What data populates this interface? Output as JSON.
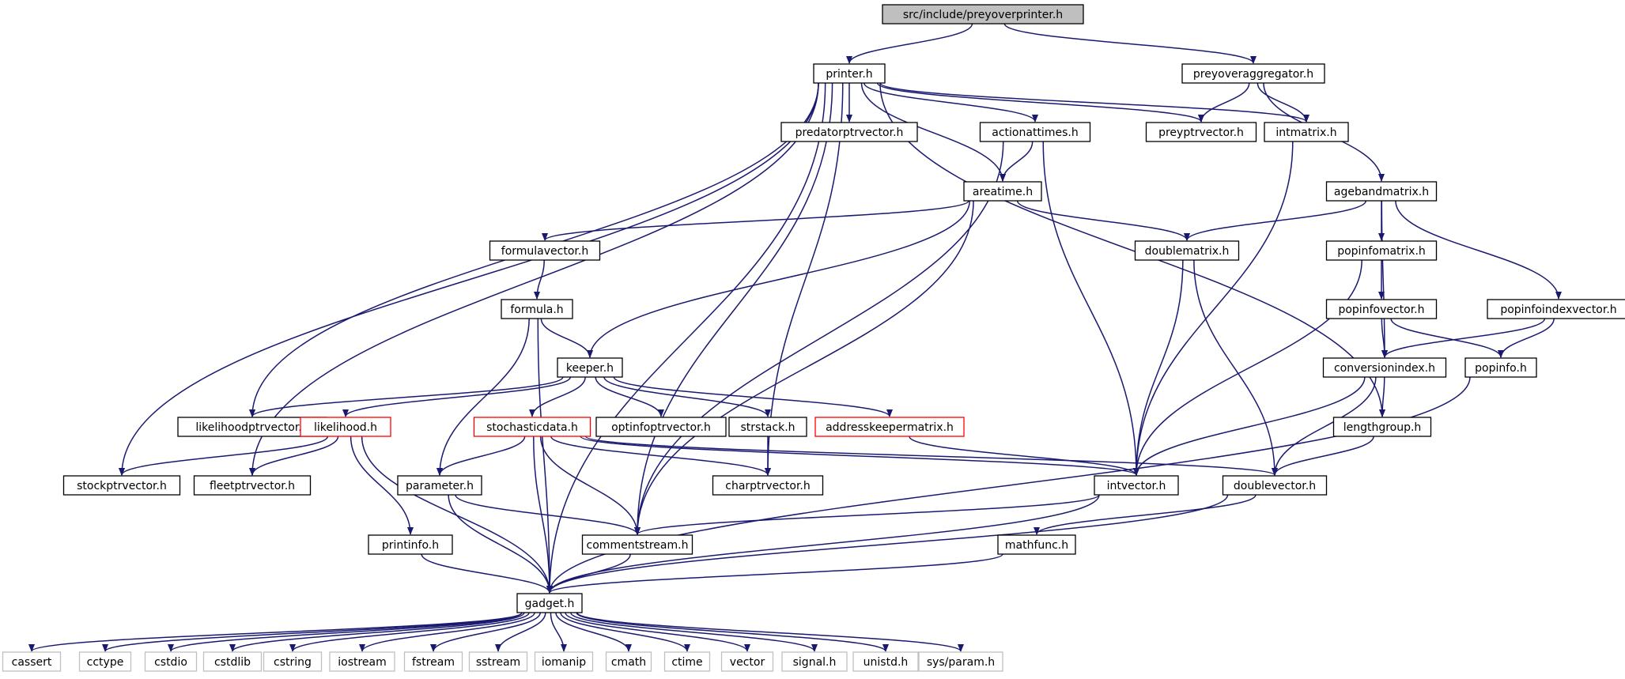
{
  "colors": {
    "edge": "#191970",
    "root_fill": "#bfbfbf",
    "node_border": "#000000",
    "missing_border": "#ff0000",
    "system_border": "#bfbfbf"
  },
  "nodes": [
    {
      "id": "root",
      "label": "src/include/preyoverprinter.h",
      "kind": "root"
    },
    {
      "id": "printer",
      "label": "printer.h",
      "kind": "normal"
    },
    {
      "id": "preyoveraggregator",
      "label": "preyoveraggregator.h",
      "kind": "normal"
    },
    {
      "id": "predatorptrvector",
      "label": "predatorptrvector.h",
      "kind": "normal"
    },
    {
      "id": "actionattimes",
      "label": "actionattimes.h",
      "kind": "normal"
    },
    {
      "id": "preyptrvector",
      "label": "preyptrvector.h",
      "kind": "normal"
    },
    {
      "id": "intmatrix",
      "label": "intmatrix.h",
      "kind": "normal"
    },
    {
      "id": "areatime",
      "label": "areatime.h",
      "kind": "normal"
    },
    {
      "id": "agebandmatrix",
      "label": "agebandmatrix.h",
      "kind": "normal"
    },
    {
      "id": "formulavector",
      "label": "formulavector.h",
      "kind": "normal"
    },
    {
      "id": "doublematrix",
      "label": "doublematrix.h",
      "kind": "normal"
    },
    {
      "id": "popinfomatrix",
      "label": "popinfomatrix.h",
      "kind": "normal"
    },
    {
      "id": "formula",
      "label": "formula.h",
      "kind": "normal"
    },
    {
      "id": "popinfovector",
      "label": "popinfovector.h",
      "kind": "normal"
    },
    {
      "id": "popinfoindexvector",
      "label": "popinfoindexvector.h",
      "kind": "normal"
    },
    {
      "id": "keeper",
      "label": "keeper.h",
      "kind": "normal"
    },
    {
      "id": "conversionindex",
      "label": "conversionindex.h",
      "kind": "normal"
    },
    {
      "id": "popinfo",
      "label": "popinfo.h",
      "kind": "normal"
    },
    {
      "id": "likelihoodptrvector",
      "label": "likelihoodptrvector.h",
      "kind": "normal"
    },
    {
      "id": "likelihood",
      "label": "likelihood.h",
      "kind": "missing"
    },
    {
      "id": "stochasticdata",
      "label": "stochasticdata.h",
      "kind": "missing"
    },
    {
      "id": "optinfoptrvector",
      "label": "optinfoptrvector.h",
      "kind": "normal"
    },
    {
      "id": "strstack",
      "label": "strstack.h",
      "kind": "normal"
    },
    {
      "id": "addresskeepermatrix",
      "label": "addresskeepermatrix.h",
      "kind": "missing"
    },
    {
      "id": "lengthgroup",
      "label": "lengthgroup.h",
      "kind": "normal"
    },
    {
      "id": "stockptrvector",
      "label": "stockptrvector.h",
      "kind": "normal"
    },
    {
      "id": "fleetptrvector",
      "label": "fleetptrvector.h",
      "kind": "normal"
    },
    {
      "id": "parameter",
      "label": "parameter.h",
      "kind": "normal"
    },
    {
      "id": "charptrvector",
      "label": "charptrvector.h",
      "kind": "normal"
    },
    {
      "id": "intvector",
      "label": "intvector.h",
      "kind": "normal"
    },
    {
      "id": "doublevector",
      "label": "doublevector.h",
      "kind": "normal"
    },
    {
      "id": "printinfo",
      "label": "printinfo.h",
      "kind": "normal"
    },
    {
      "id": "commentstream",
      "label": "commentstream.h",
      "kind": "normal"
    },
    {
      "id": "mathfunc",
      "label": "mathfunc.h",
      "kind": "normal"
    },
    {
      "id": "gadget",
      "label": "gadget.h",
      "kind": "normal"
    },
    {
      "id": "cassert",
      "label": "cassert",
      "kind": "system"
    },
    {
      "id": "cctype",
      "label": "cctype",
      "kind": "system"
    },
    {
      "id": "cstdio",
      "label": "cstdio",
      "kind": "system"
    },
    {
      "id": "cstdlib",
      "label": "cstdlib",
      "kind": "system"
    },
    {
      "id": "cstring",
      "label": "cstring",
      "kind": "system"
    },
    {
      "id": "iostream",
      "label": "iostream",
      "kind": "system"
    },
    {
      "id": "fstream",
      "label": "fstream",
      "kind": "system"
    },
    {
      "id": "sstream",
      "label": "sstream",
      "kind": "system"
    },
    {
      "id": "iomanip",
      "label": "iomanip",
      "kind": "system"
    },
    {
      "id": "cmath",
      "label": "cmath",
      "kind": "system"
    },
    {
      "id": "ctime",
      "label": "ctime",
      "kind": "system"
    },
    {
      "id": "vector",
      "label": "vector",
      "kind": "system"
    },
    {
      "id": "signal",
      "label": "signal.h",
      "kind": "system"
    },
    {
      "id": "unistd",
      "label": "unistd.h",
      "kind": "system"
    },
    {
      "id": "sysparam",
      "label": "sys/param.h",
      "kind": "system"
    }
  ],
  "edges": [
    [
      "root",
      "printer"
    ],
    [
      "root",
      "preyoveraggregator"
    ],
    [
      "printer",
      "predatorptrvector"
    ],
    [
      "printer",
      "actionattimes"
    ],
    [
      "printer",
      "preyptrvector"
    ],
    [
      "printer",
      "intmatrix"
    ],
    [
      "printer",
      "areatime"
    ],
    [
      "printer",
      "lengthgroup"
    ],
    [
      "printer",
      "charptrvector"
    ],
    [
      "printer",
      "commentstream"
    ],
    [
      "printer",
      "likelihoodptrvector"
    ],
    [
      "printer",
      "fleetptrvector"
    ],
    [
      "printer",
      "stockptrvector"
    ],
    [
      "printer",
      "gadget"
    ],
    [
      "preyoveraggregator",
      "preyptrvector"
    ],
    [
      "preyoveraggregator",
      "intmatrix"
    ],
    [
      "preyoveraggregator",
      "agebandmatrix"
    ],
    [
      "actionattimes",
      "areatime"
    ],
    [
      "actionattimes",
      "intvector"
    ],
    [
      "actionattimes",
      "commentstream"
    ],
    [
      "intmatrix",
      "intvector"
    ],
    [
      "areatime",
      "formulavector"
    ],
    [
      "areatime",
      "doublematrix"
    ],
    [
      "areatime",
      "keeper"
    ],
    [
      "areatime",
      "commentstream"
    ],
    [
      "agebandmatrix",
      "doublematrix"
    ],
    [
      "agebandmatrix",
      "popinfomatrix"
    ],
    [
      "agebandmatrix",
      "popinfoindexvector"
    ],
    [
      "agebandmatrix",
      "conversionindex"
    ],
    [
      "formulavector",
      "formula"
    ],
    [
      "doublematrix",
      "intvector"
    ],
    [
      "doublematrix",
      "doublevector"
    ],
    [
      "popinfomatrix",
      "popinfovector"
    ],
    [
      "popinfomatrix",
      "intvector"
    ],
    [
      "formula",
      "keeper"
    ],
    [
      "formula",
      "parameter"
    ],
    [
      "formula",
      "gadget"
    ],
    [
      "popinfovector",
      "conversionindex"
    ],
    [
      "popinfovector",
      "popinfo"
    ],
    [
      "popinfoindexvector",
      "conversionindex"
    ],
    [
      "popinfoindexvector",
      "popinfo"
    ],
    [
      "keeper",
      "likelihoodptrvector"
    ],
    [
      "keeper",
      "likelihood"
    ],
    [
      "keeper",
      "stochasticdata"
    ],
    [
      "keeper",
      "optinfoptrvector"
    ],
    [
      "keeper",
      "strstack"
    ],
    [
      "keeper",
      "addresskeepermatrix"
    ],
    [
      "conversionindex",
      "lengthgroup"
    ],
    [
      "conversionindex",
      "intvector"
    ],
    [
      "conversionindex",
      "doublevector"
    ],
    [
      "popinfo",
      "gadget"
    ],
    [
      "likelihood",
      "stockptrvector"
    ],
    [
      "likelihood",
      "fleetptrvector"
    ],
    [
      "likelihood",
      "printinfo"
    ],
    [
      "likelihood",
      "gadget"
    ],
    [
      "stochasticdata",
      "parameter"
    ],
    [
      "stochasticdata",
      "charptrvector"
    ],
    [
      "stochasticdata",
      "intvector"
    ],
    [
      "stochasticdata",
      "doublevector"
    ],
    [
      "stochasticdata",
      "commentstream"
    ],
    [
      "stochasticdata",
      "gadget"
    ],
    [
      "strstack",
      "charptrvector"
    ],
    [
      "addresskeepermatrix",
      "intvector"
    ],
    [
      "lengthgroup",
      "doublevector"
    ],
    [
      "parameter",
      "commentstream"
    ],
    [
      "parameter",
      "gadget"
    ],
    [
      "intvector",
      "commentstream"
    ],
    [
      "intvector",
      "gadget"
    ],
    [
      "doublevector",
      "mathfunc"
    ],
    [
      "doublevector",
      "gadget"
    ],
    [
      "printinfo",
      "gadget"
    ],
    [
      "commentstream",
      "gadget"
    ],
    [
      "mathfunc",
      "gadget"
    ],
    [
      "gadget",
      "cassert"
    ],
    [
      "gadget",
      "cctype"
    ],
    [
      "gadget",
      "cstdio"
    ],
    [
      "gadget",
      "cstdlib"
    ],
    [
      "gadget",
      "cstring"
    ],
    [
      "gadget",
      "iostream"
    ],
    [
      "gadget",
      "fstream"
    ],
    [
      "gadget",
      "sstream"
    ],
    [
      "gadget",
      "iomanip"
    ],
    [
      "gadget",
      "cmath"
    ],
    [
      "gadget",
      "ctime"
    ],
    [
      "gadget",
      "vector"
    ],
    [
      "gadget",
      "signal"
    ],
    [
      "gadget",
      "unistd"
    ],
    [
      "gadget",
      "sysparam"
    ]
  ]
}
